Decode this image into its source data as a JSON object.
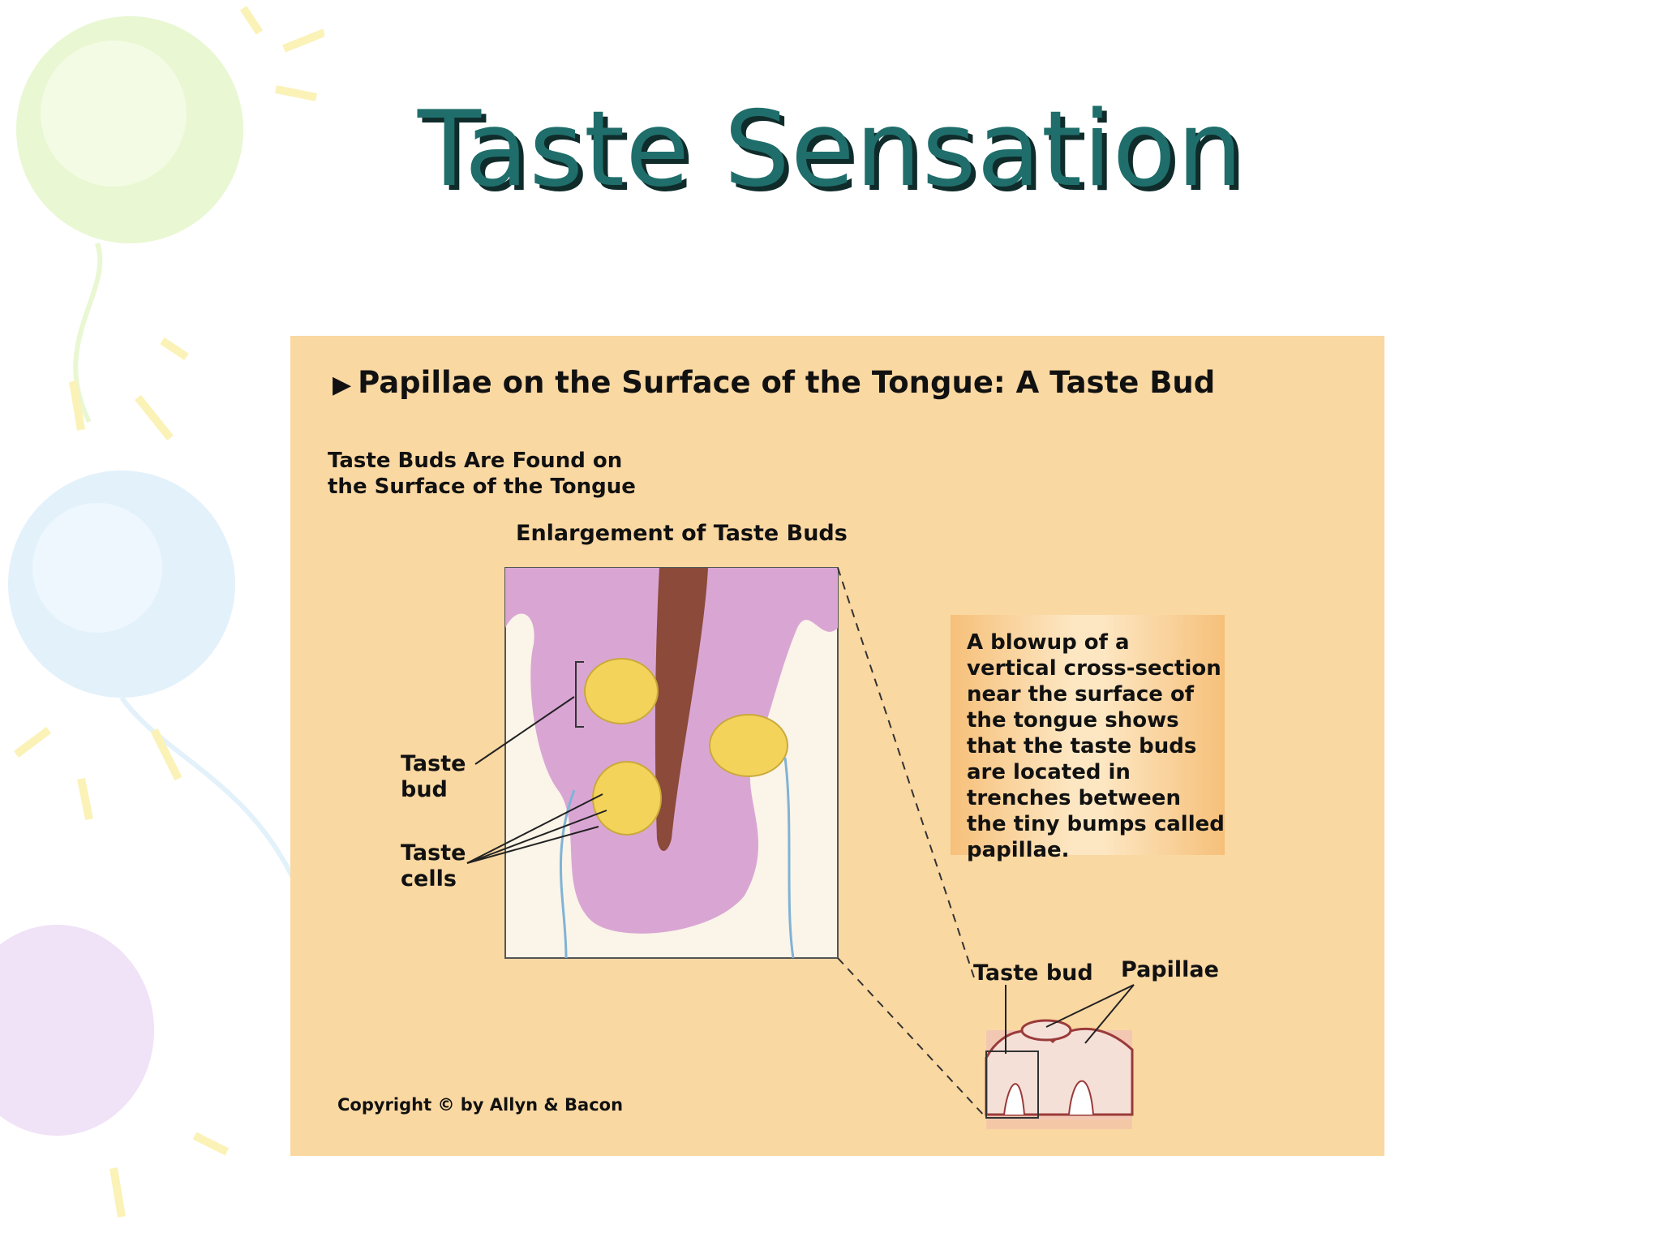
{
  "slide": {
    "title": "Taste Sensation"
  },
  "figure": {
    "title": "Papillae on the Surface of the Tongue: A Taste Bud",
    "subtitle": "Taste Buds Are Found on the Surface of the Tongue",
    "enlargement_title": "Enlargement of Taste Buds",
    "labels": {
      "taste_bud": "Taste bud",
      "taste_cells": "Taste cells",
      "taste_bud_small": "Taste bud",
      "papillae": "Papillae"
    },
    "callout": "A blowup of a vertical cross-section near the surface of the tongue shows that the taste buds are located in trenches between the tiny bumps called papillae.",
    "copyright": "Copyright © by Allyn & Bacon"
  },
  "colors": {
    "title_teal": "#1f6e6b",
    "panel_bg": "#fad8a2",
    "tissue_purple": "#d49ad0",
    "taste_bud_yellow": "#f3d35a",
    "trench_brown": "#8b4a3a"
  }
}
